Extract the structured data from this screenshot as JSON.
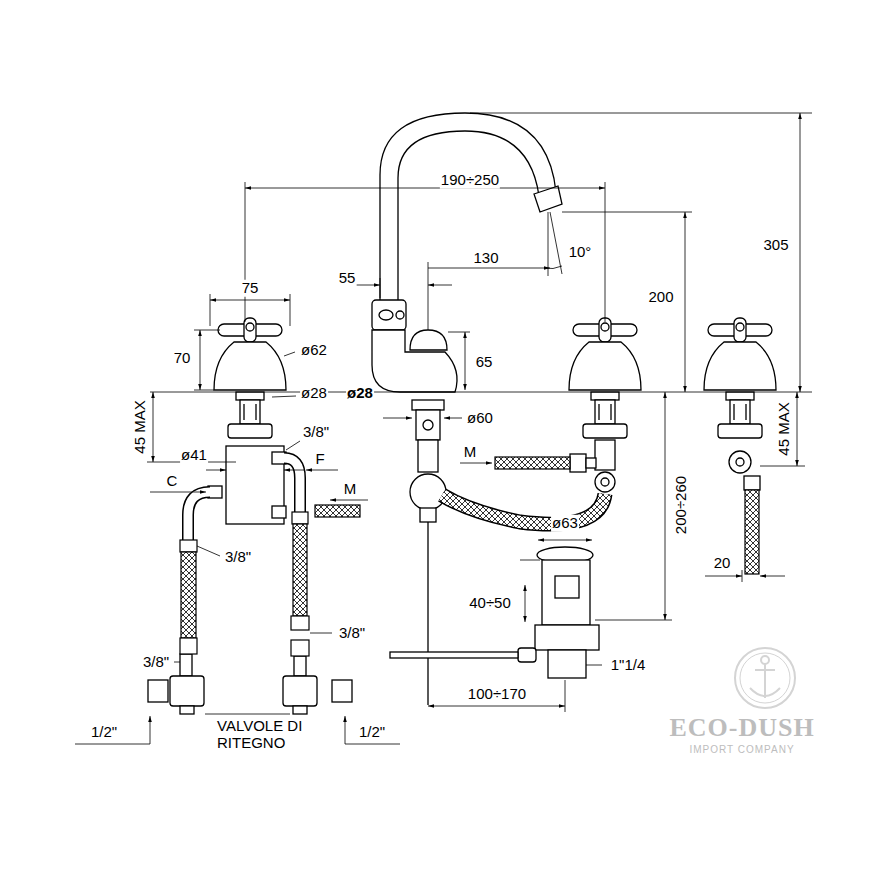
{
  "diagram": {
    "labels": [
      "190÷250",
      "305",
      "75",
      "55",
      "130",
      "10°",
      "200",
      "70",
      "ø62",
      "65",
      "ø28",
      "ø28",
      "45 MAX",
      "ø60",
      "ø41",
      "3/8\"",
      "F",
      "C",
      "M",
      "M",
      "200÷260",
      "ø63",
      "40÷50",
      "3/8\"",
      "3/8\"",
      "3/8\"",
      "1\"1/4",
      "100÷170",
      "20",
      "45 MAX",
      "1/2\"",
      "1/2\"",
      "VALVOLE DI RITEGNO",
      "ECO-DUSH",
      "IMPORT COMPANY"
    ]
  }
}
